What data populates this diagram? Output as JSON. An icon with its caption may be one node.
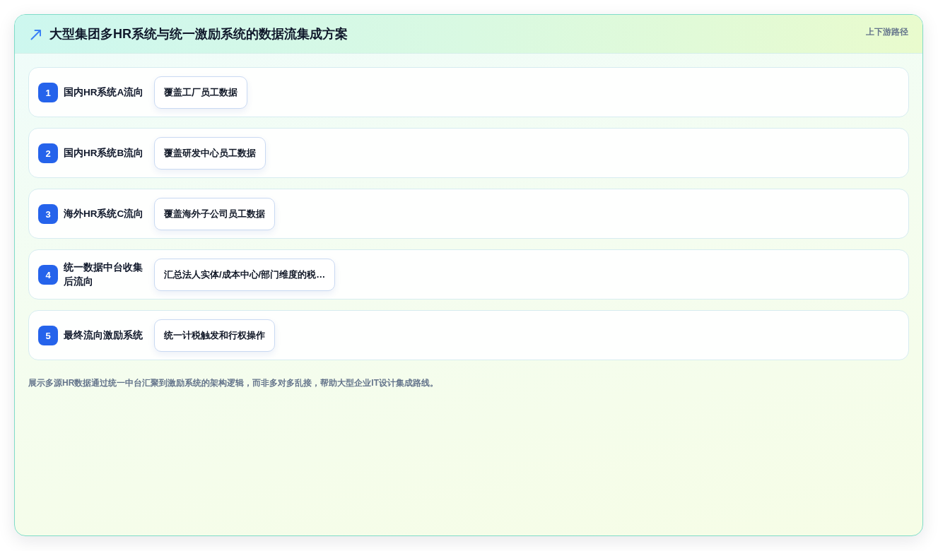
{
  "diagram": {
    "title": "大型集团多HR系统与统一激励系统的数据流集成方案",
    "caption": "展示多源HR数据通过统一中台汇聚到激励系统的架构逻辑，而非多对多乱接，帮助大型企业IT设计集成路线。",
    "nodes": [
      {
        "text": [
          "国内HR系统A流向"
        ]
      },
      {
        "text": [
          "1"
        ],
        "in": 0
      },
      {
        "text": [
          "覆盖工厂员工数据"
        ],
        "in": 0
      },
      {
        "text": [
          "国内HR系统B流向"
        ]
      },
      {
        "text": [
          "2"
        ],
        "in": 3
      },
      {
        "text": [
          "覆盖研发中心员工数据"
        ],
        "in": 3
      },
      {
        "text": [
          "海外HR系统C流向"
        ]
      },
      {
        "text": [
          "3"
        ],
        "in": 6
      },
      {
        "text": [
          "覆盖海外子公司员工数据"
        ],
        "in": 6
      },
      {
        "text": [
          "统一数据中台收集后流向"
        ]
      },
      {
        "text": [
          "4"
        ],
        "in": 9
      },
      {
        "text": [
          "汇总法人实体/成本中心/部门维度的税…"
        ],
        "in": 9
      },
      {
        "text": [
          "最终流向激励系统"
        ]
      },
      {
        "text": [
          "5"
        ],
        "in": 12
      },
      {
        "text": [
          "统一计税触发和行权操作"
        ],
        "in": 12
      }
    ],
    "labels": [
      "上下游路径"
    ]
  }
}
